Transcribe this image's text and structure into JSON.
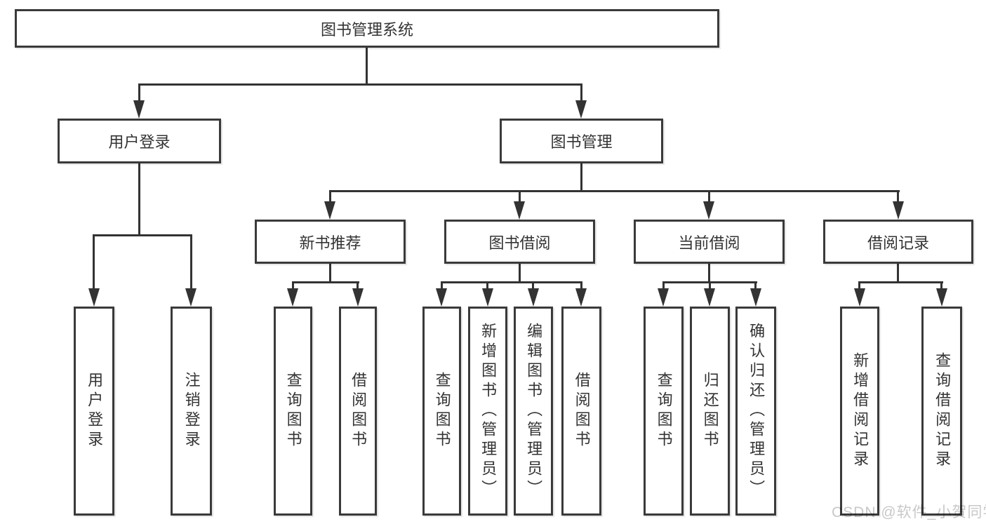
{
  "diagram": {
    "root": "图书管理系统",
    "branches": [
      {
        "label": "用户登录",
        "children": [
          "用户登录",
          "注销登录"
        ]
      },
      {
        "label": "图书管理",
        "sections": [
          {
            "label": "新书推荐",
            "children": [
              "查询图书",
              "借阅图书"
            ]
          },
          {
            "label": "图书借阅",
            "children": [
              "查询图书",
              "新增图书（管理员）",
              "编辑图书（管理员）",
              "借阅图书"
            ]
          },
          {
            "label": "当前借阅",
            "children": [
              "查询图书",
              "归还图书",
              "确认归还（管理员）"
            ]
          },
          {
            "label": "借阅记录",
            "children": [
              "新增借阅记录",
              "查询借阅记录"
            ]
          }
        ]
      }
    ]
  },
  "watermark": {
    "text": "CSDN @软件_小贺同学"
  },
  "colors": {
    "line": "#333333",
    "border": "#3a3a3a",
    "text": "#333333",
    "watermark": "#c8c8c8"
  }
}
